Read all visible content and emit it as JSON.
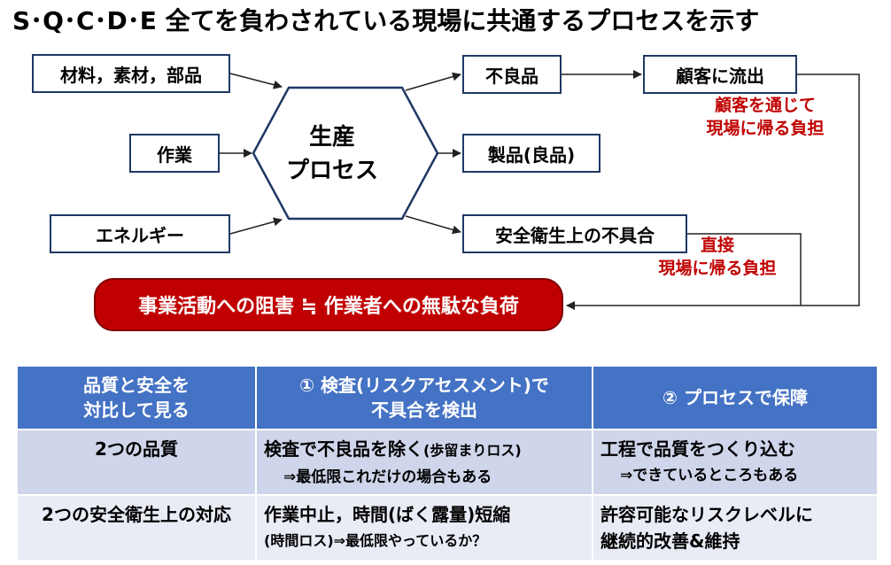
{
  "title": "S･Q･C･D･E 全てを負わされている現場に共通するプロセスを示す",
  "inputs": {
    "materials": "材料，素材，部品",
    "work": "作業",
    "energy": "エネルギー"
  },
  "process": {
    "line1": "生産",
    "line2": "プロセス"
  },
  "outputs": {
    "defective": "不良品",
    "product": "製品(良品)",
    "safety": "安全衛生上の不具合"
  },
  "customer_outflow": "顧客に流出",
  "notes": {
    "via_customer": [
      "顧客を通じて",
      "現場に帰る負担"
    ],
    "direct": [
      "直接",
      "現場に帰る負担"
    ]
  },
  "banner": "事業活動への阻害 ≒ 作業者への無駄な負荷",
  "table": {
    "headers": [
      [
        "品質と安全を",
        "対比して見る"
      ],
      [
        "① 検査(リスクアセスメント)で",
        "不具合を検出"
      ],
      [
        "② プロセスで保障"
      ]
    ],
    "rows": [
      {
        "label": "2つの品質",
        "col2_main_a": "検査で不良品を除く",
        "col2_main_b": "(歩留まりロス)",
        "col2_sub": "⇒最低限これだけの場合もある",
        "col3_main": "工程で品質をつくり込む",
        "col3_sub": "⇒できているところもある"
      },
      {
        "label": "2つの安全衛生上の対応",
        "col2_line1": "作業中止，時間(ばく露量)短縮",
        "col2_line2": "(時間ロス)⇒最低限やっているか？",
        "col3_line1": "許容可能なリスクレベルに",
        "col3_line2": "継続的改善&維持"
      }
    ]
  },
  "colors": {
    "box_border": "#1f3864",
    "note_red": "#c00000",
    "banner_red": "#c00000",
    "table_header": "#4472c4",
    "table_row1": "#cfd5ea",
    "table_row2": "#e9ebf5"
  }
}
